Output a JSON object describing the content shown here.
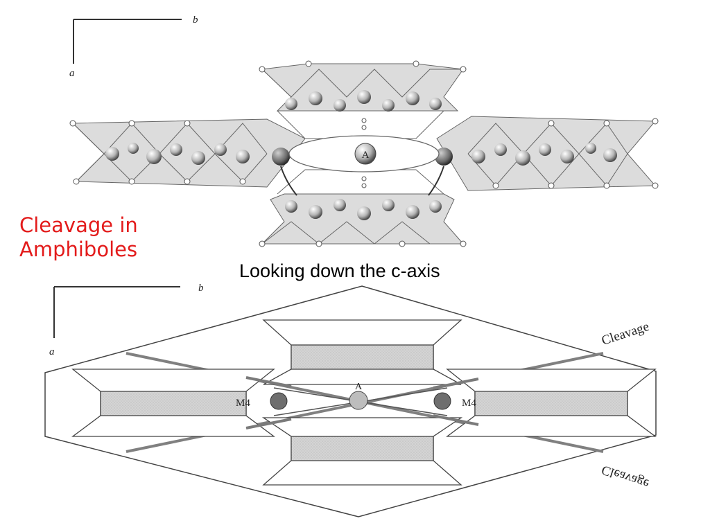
{
  "title": {
    "line1": "Cleavage in",
    "line2": "Amphiboles"
  },
  "caption": "Looking down the c-axis",
  "top_diagram": {
    "axes": {
      "a": "a",
      "b": "b"
    },
    "site_label": "A"
  },
  "bottom_diagram": {
    "axes": {
      "a": "a",
      "b": "b"
    },
    "labels": {
      "a_site": "A",
      "m4_left": "M4",
      "m4_right": "M4",
      "cleavage_upper": "Cleavage",
      "cleavage_lower": "Cleavage"
    }
  },
  "colors": {
    "title_red": "#e31b1b",
    "band_fill": "#d2d2d2",
    "line": "#555555"
  }
}
